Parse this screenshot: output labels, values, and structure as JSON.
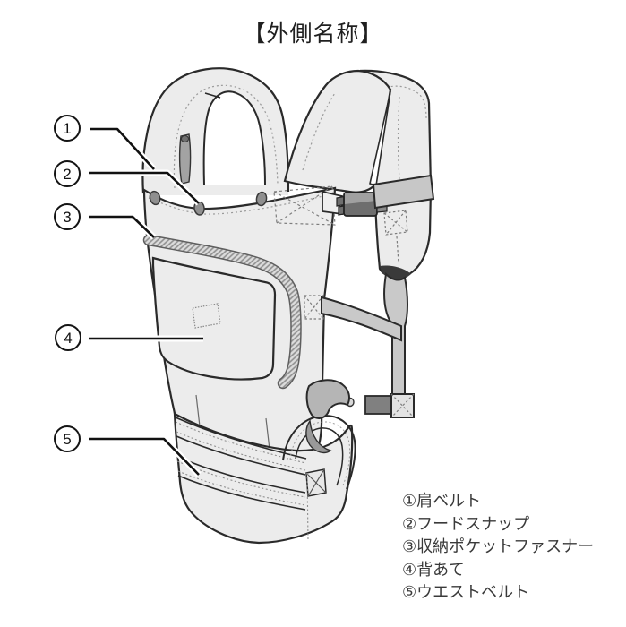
{
  "title": "【外側名称】",
  "callouts": [
    {
      "number": "1",
      "part": "肩ベルト"
    },
    {
      "number": "2",
      "part": "フードスナップ"
    },
    {
      "number": "3",
      "part": "収納ポケットファスナー"
    },
    {
      "number": "4",
      "part": "背あて"
    },
    {
      "number": "5",
      "part": "ウエストベルト"
    }
  ],
  "legend": {
    "items": [
      {
        "marker": "①",
        "label": "肩ベルト"
      },
      {
        "marker": "②",
        "label": "フードスナップ"
      },
      {
        "marker": "③",
        "label": "収納ポケットファスナー"
      },
      {
        "marker": "④",
        "label": "背あて"
      },
      {
        "marker": "⑤",
        "label": "ウエストベルト"
      }
    ]
  },
  "illustration": {
    "subject": "baby-carrier-outside-view-diagram",
    "colors": {
      "line": "#2a2a2a",
      "fabric": "#ececec",
      "webbing": "#c9c9c9",
      "keeper_band": "#c7c7c7",
      "hardware_dark": "#6e6e6e",
      "snap": "#8f8f8f",
      "shadow": "#3a3a3a",
      "text": "#3a3a3a"
    }
  }
}
